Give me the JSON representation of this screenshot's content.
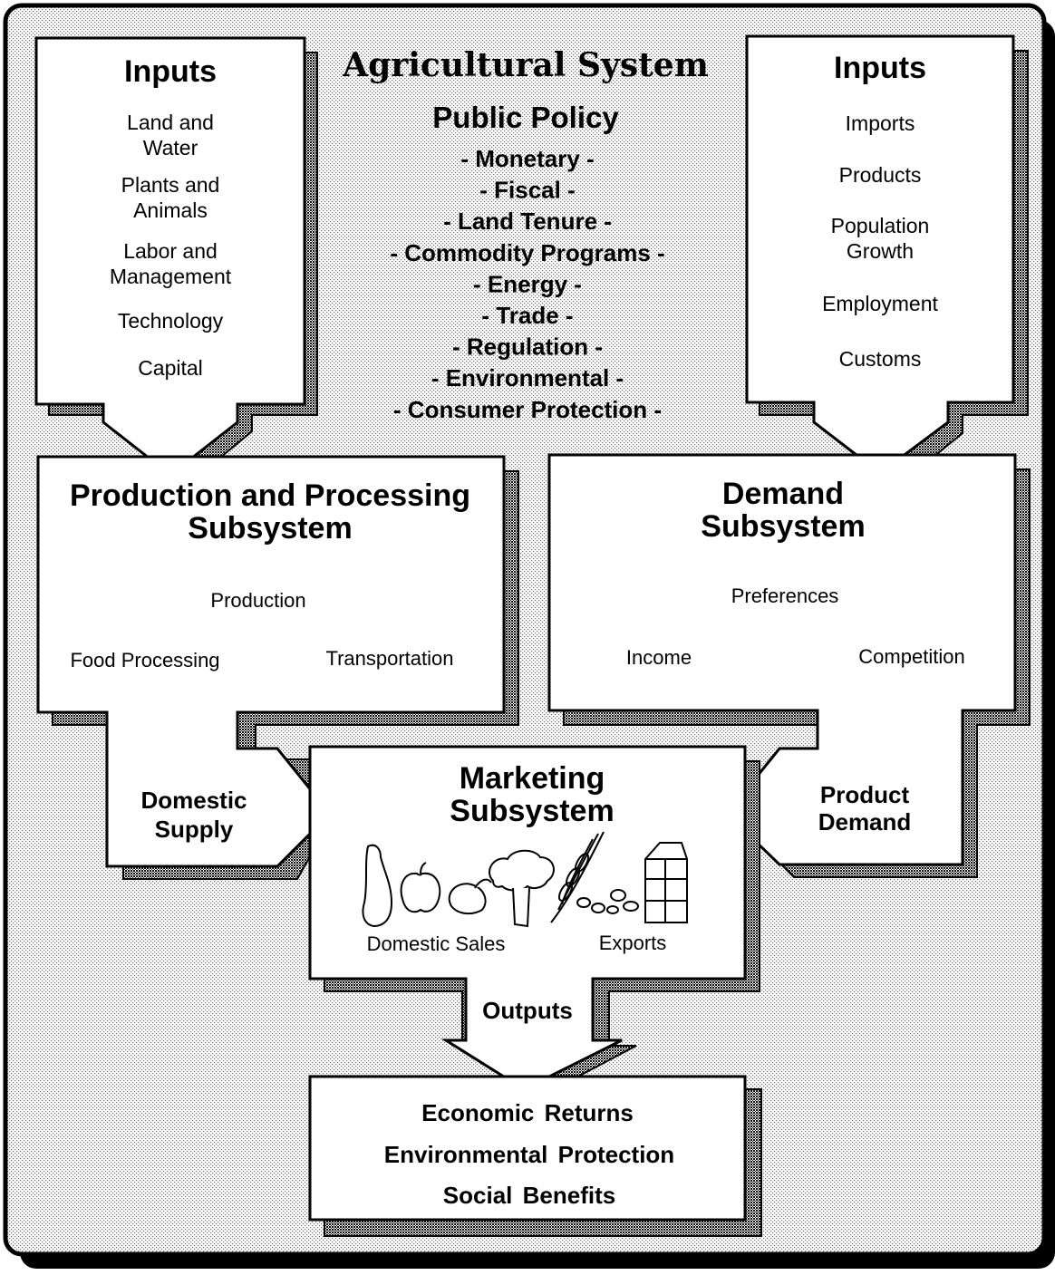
{
  "title": "Agricultural System",
  "policy": {
    "heading": "Public Policy",
    "items": [
      "- Monetary -",
      "- Fiscal -",
      "- Land Tenure -",
      "- Commodity Programs -",
      "- Energy -",
      "- Trade -",
      "- Regulation -",
      "- Environmental -",
      "- Consumer Protection -"
    ]
  },
  "inputs_left": {
    "heading": "Inputs",
    "items": [
      [
        "Land and",
        "Water"
      ],
      [
        "Plants and",
        "Animals"
      ],
      [
        "Labor and",
        "Management"
      ],
      [
        "Technology"
      ],
      [
        "Capital"
      ]
    ]
  },
  "inputs_right": {
    "heading": "Inputs",
    "items": [
      [
        "Imports"
      ],
      [
        "Products"
      ],
      [
        "Population",
        "Growth"
      ],
      [
        "Employment"
      ],
      [
        "Customs"
      ]
    ]
  },
  "production": {
    "title": [
      "Production and Processing",
      "Subsystem"
    ],
    "items": [
      "Production",
      "Food Processing",
      "Transportation"
    ]
  },
  "demand": {
    "title": [
      "Demand",
      "Subsystem"
    ],
    "items": [
      "Preferences",
      "Income",
      "Competition"
    ]
  },
  "supply_arrow": [
    "Domestic",
    "Supply"
  ],
  "demand_arrow": [
    "Product",
    "Demand"
  ],
  "marketing": {
    "title": [
      "Marketing",
      "Subsystem"
    ],
    "items": [
      "Domestic Sales",
      "Exports"
    ],
    "icons": [
      "squash-icon",
      "apple-icon",
      "poultry-icon",
      "broccoli-icon",
      "wheat-icon",
      "beans-icon",
      "milk-carton-icon"
    ]
  },
  "outputs_label": "Outputs",
  "outputs": [
    "Economic Returns",
    "Environmental Protection",
    "Social Benefits"
  ]
}
